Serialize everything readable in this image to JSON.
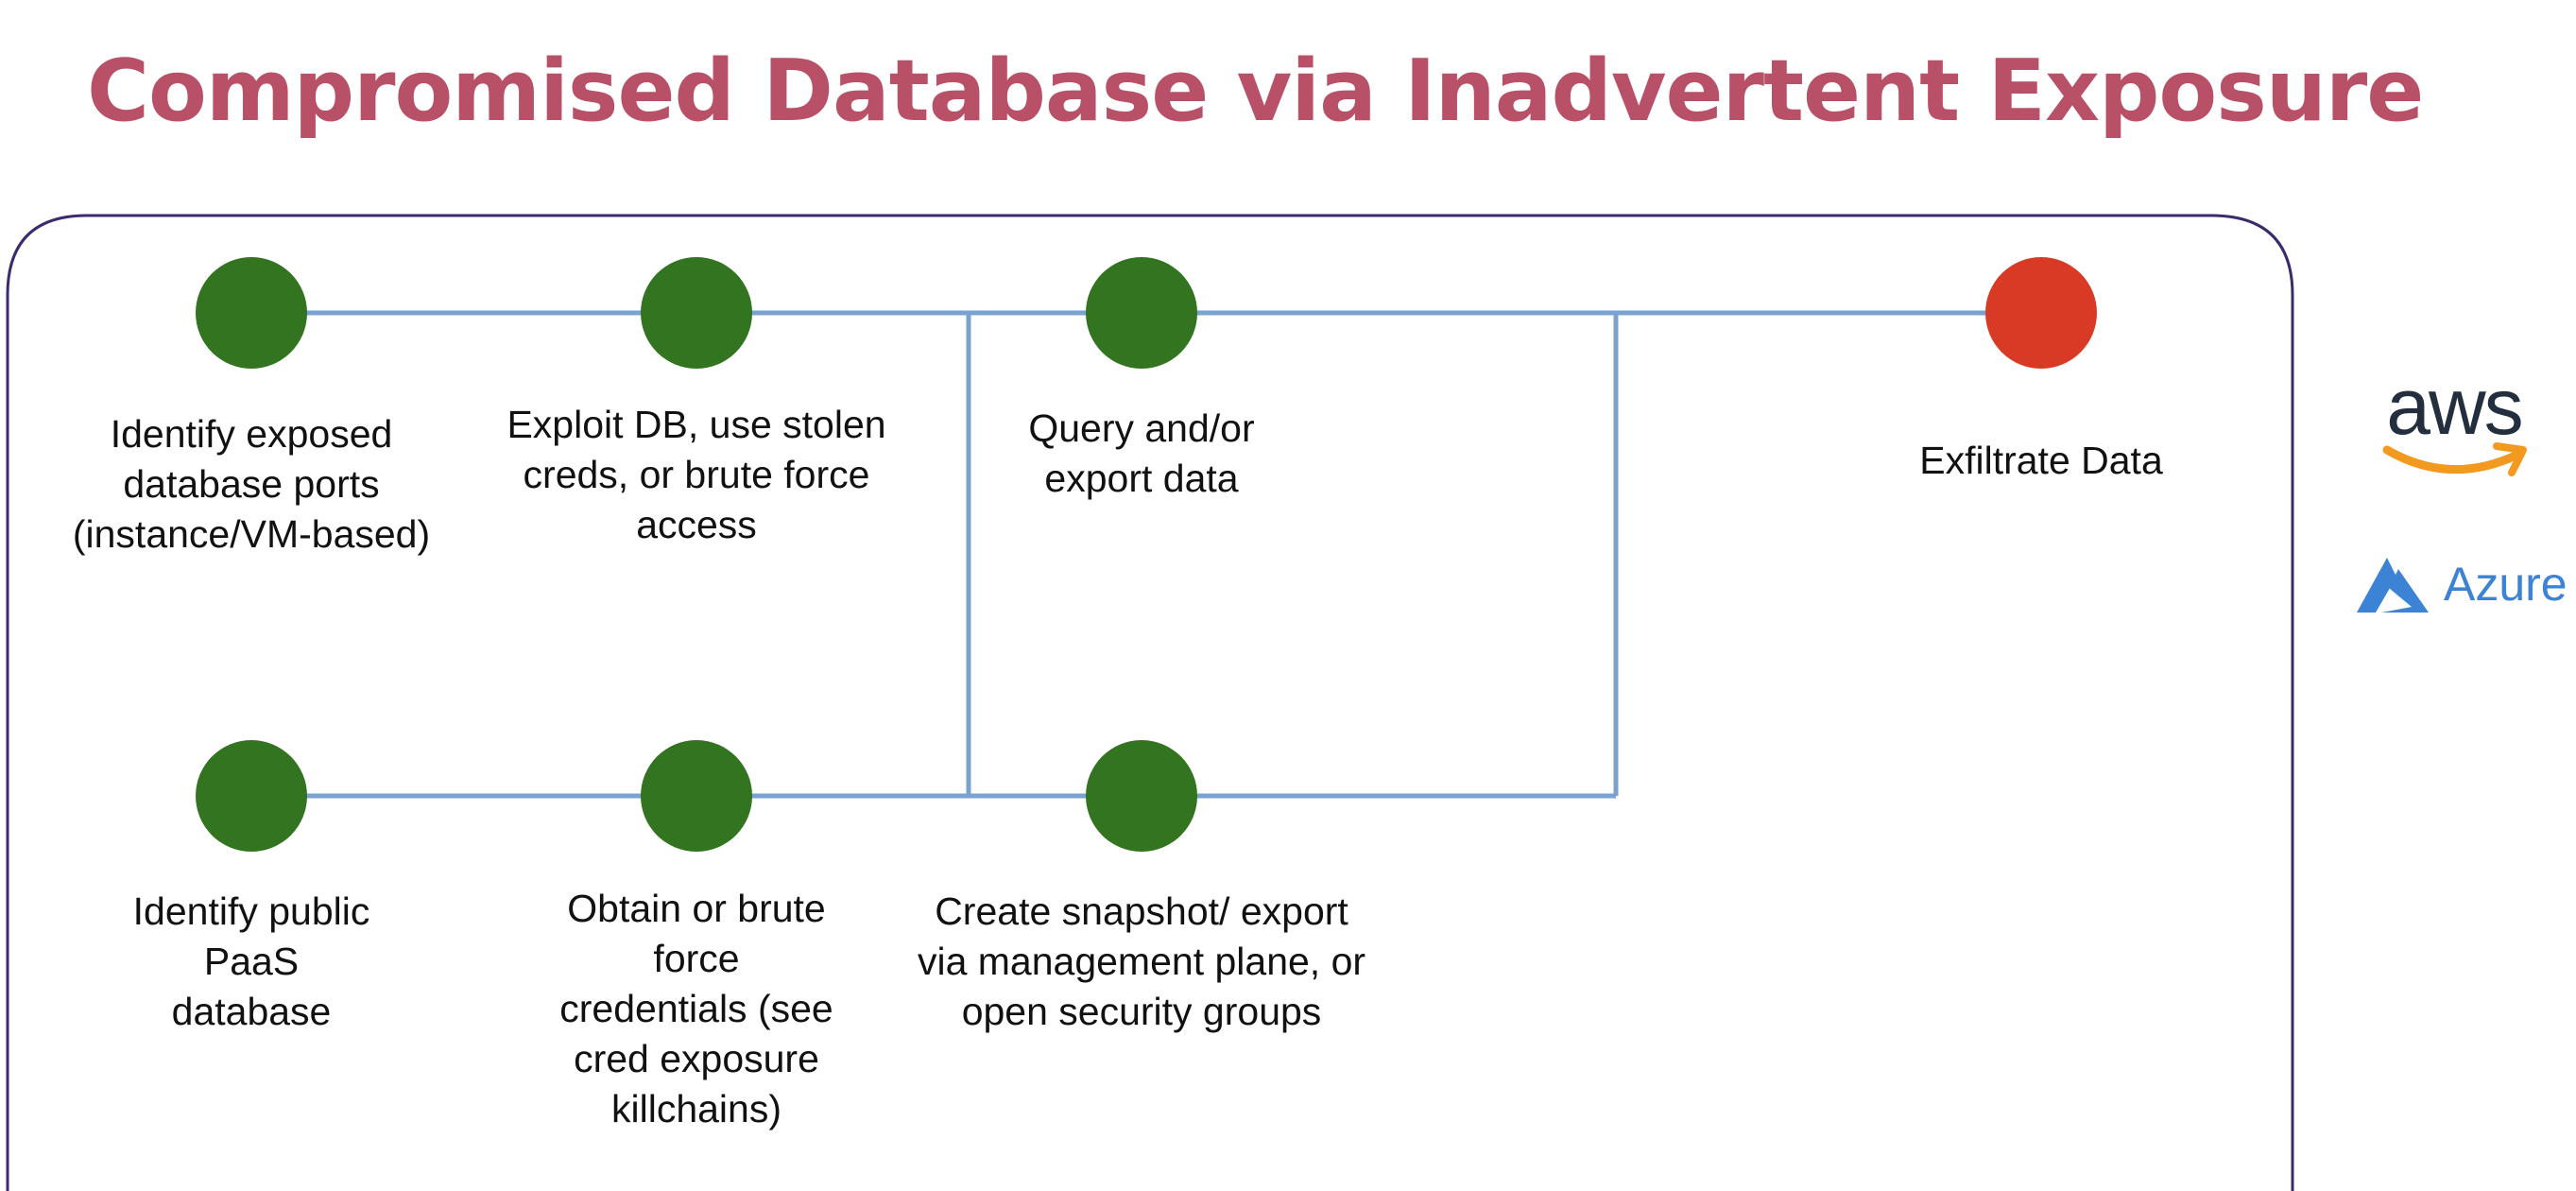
{
  "title": "Compromised Database via Inadvertent Exposure",
  "colors": {
    "title": "#b85068",
    "frame": "#3c2a6e",
    "connector": "#7aa2cf",
    "step_node": "#32741f",
    "goal_node": "#d93a26",
    "aws_smile": "#f29a1f",
    "azure_blue": "#3c83d6"
  },
  "nodes": {
    "identify_exposed_ports": {
      "label": "Identify exposed database ports (instance/VM-based)",
      "type": "step"
    },
    "exploit_db": {
      "label": "Exploit DB, use stolen creds, or brute force access",
      "type": "step"
    },
    "query_export": {
      "label": "Query and/or export data",
      "type": "step"
    },
    "exfiltrate": {
      "label": "Exfiltrate Data",
      "type": "goal"
    },
    "identify_paas": {
      "label": "Identify public PaaS database",
      "type": "step"
    },
    "obtain_creds": {
      "label": "Obtain or brute force credentials (see cred exposure killchains)",
      "type": "step"
    },
    "create_snapshot": {
      "label": "Create snapshot/ export via management plane, or open security groups",
      "type": "step"
    }
  },
  "edges": [
    {
      "from": "identify_exposed_ports",
      "to": "exploit_db"
    },
    {
      "from": "exploit_db",
      "to": "query_export"
    },
    {
      "from": "query_export",
      "to": "exfiltrate"
    },
    {
      "from": "identify_paas",
      "to": "obtain_creds"
    },
    {
      "from": "obtain_creds",
      "to": "create_snapshot"
    },
    {
      "from": "obtain_creds",
      "to": "query_export"
    },
    {
      "from": "create_snapshot",
      "to": "exfiltrate"
    }
  ],
  "logos": {
    "aws": {
      "text": "aws",
      "icon": "aws-logo-icon"
    },
    "azure": {
      "text": "Azure",
      "icon": "azure-logo-icon"
    }
  }
}
